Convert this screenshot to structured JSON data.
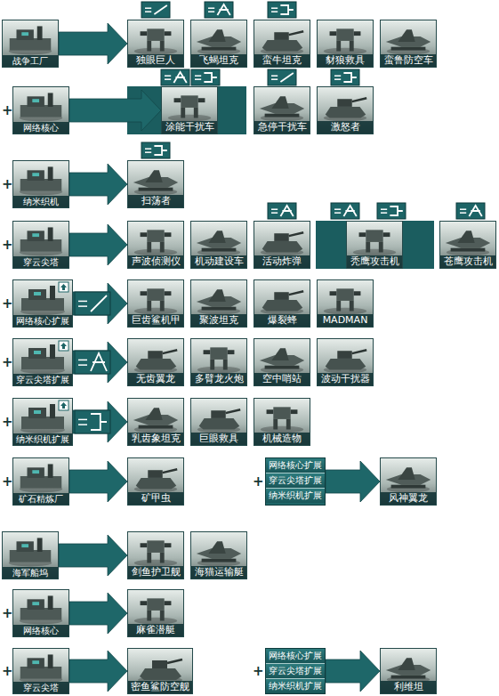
{
  "diagram": {
    "nodes": [
      {
        "text": [
          "战争工厂"
        ]
      },
      {
        "text": [
          "独眼巨人"
        ]
      },
      {
        "text": [
          "飞蝎坦克"
        ]
      },
      {
        "text": [
          "蛮牛坦克"
        ]
      },
      {
        "text": [
          "豺狼救具"
        ]
      },
      {
        "text": [
          "蛮鲁防空车"
        ]
      },
      {
        "text": [
          "网络核心"
        ]
      },
      {
        "text": [
          "涂能干扰车"
        ]
      },
      {
        "text": [
          "急停干扰车"
        ]
      },
      {
        "text": [
          "激怒者"
        ]
      },
      {
        "text": [
          "纳米织机"
        ]
      },
      {
        "text": [
          "扫荡者"
        ]
      },
      {
        "text": [
          "穿云尖塔"
        ]
      },
      {
        "text": [
          "声波侦测仪"
        ]
      },
      {
        "text": [
          "机动建设车"
        ]
      },
      {
        "text": [
          "活动炸弹"
        ]
      },
      {
        "text": [
          "秃鹰攻击机"
        ]
      },
      {
        "text": [
          "苍鹰攻击机"
        ]
      },
      {
        "text": [
          "网络核心扩展"
        ]
      },
      {
        "text": [
          "巨齿鲨机甲"
        ]
      },
      {
        "text": [
          "聚波坦克"
        ]
      },
      {
        "text": [
          "爆裂蜂"
        ]
      },
      {
        "text": [
          "MADMAN"
        ]
      },
      {
        "text": [
          "穿云尖塔扩展"
        ]
      },
      {
        "text": [
          "无齿翼龙"
        ]
      },
      {
        "text": [
          "多臂龙火炮"
        ]
      },
      {
        "text": [
          "空中哨站"
        ]
      },
      {
        "text": [
          "波动干扰器"
        ]
      },
      {
        "text": [
          "纳米织机扩展"
        ]
      },
      {
        "text": [
          "乳齿象坦克"
        ]
      },
      {
        "text": [
          "巨眼救具"
        ]
      },
      {
        "text": [
          "机械造物"
        ]
      },
      {
        "text": [
          "矿石精炼厂"
        ]
      },
      {
        "text": [
          "矿甲虫"
        ]
      },
      {
        "text": [
          "网络核心扩展",
          "穿云尖塔扩展",
          "纳米织机扩展"
        ]
      },
      {
        "text": [
          "风神翼龙"
        ]
      },
      {
        "text": [
          "海军船坞"
        ]
      },
      {
        "text": [
          "剑鱼护卫舰"
        ]
      },
      {
        "text": [
          "海猫运输艇"
        ]
      },
      {
        "text": [
          "网络核心"
        ]
      },
      {
        "text": [
          "麻雀潜艇"
        ]
      },
      {
        "text": [
          "穿云尖塔"
        ]
      },
      {
        "text": [
          "密鱼鲨防空舰"
        ]
      },
      {
        "text": [
          "网络核心扩展",
          "穿云尖塔扩展",
          "纳米织机扩展"
        ]
      },
      {
        "text": [
          "利维坦"
        ]
      }
    ],
    "edges": [
      {
        "from": 0,
        "to": 1,
        "arrow": "to"
      },
      {
        "from": 6,
        "to": 7,
        "arrow": "to"
      },
      {
        "from": 10,
        "to": 11,
        "arrow": "to"
      },
      {
        "from": 12,
        "to": 13,
        "arrow": "to"
      },
      {
        "from": 18,
        "to": 19,
        "arrow": "to"
      },
      {
        "from": 23,
        "to": 24,
        "arrow": "to"
      },
      {
        "from": 28,
        "to": 29,
        "arrow": "to"
      },
      {
        "from": 32,
        "to": 33,
        "arrow": "to"
      },
      {
        "from": 34,
        "to": 35,
        "arrow": "to"
      },
      {
        "from": 36,
        "to": 37,
        "arrow": "to"
      },
      {
        "from": 39,
        "to": 40,
        "arrow": "to"
      },
      {
        "from": 41,
        "to": 42,
        "arrow": "to"
      },
      {
        "from": 43,
        "to": 44,
        "arrow": "to"
      }
    ],
    "labels": [
      "+",
      "+",
      "+",
      "+",
      "+",
      "+",
      "+",
      "+",
      "+",
      "+",
      "+"
    ]
  }
}
